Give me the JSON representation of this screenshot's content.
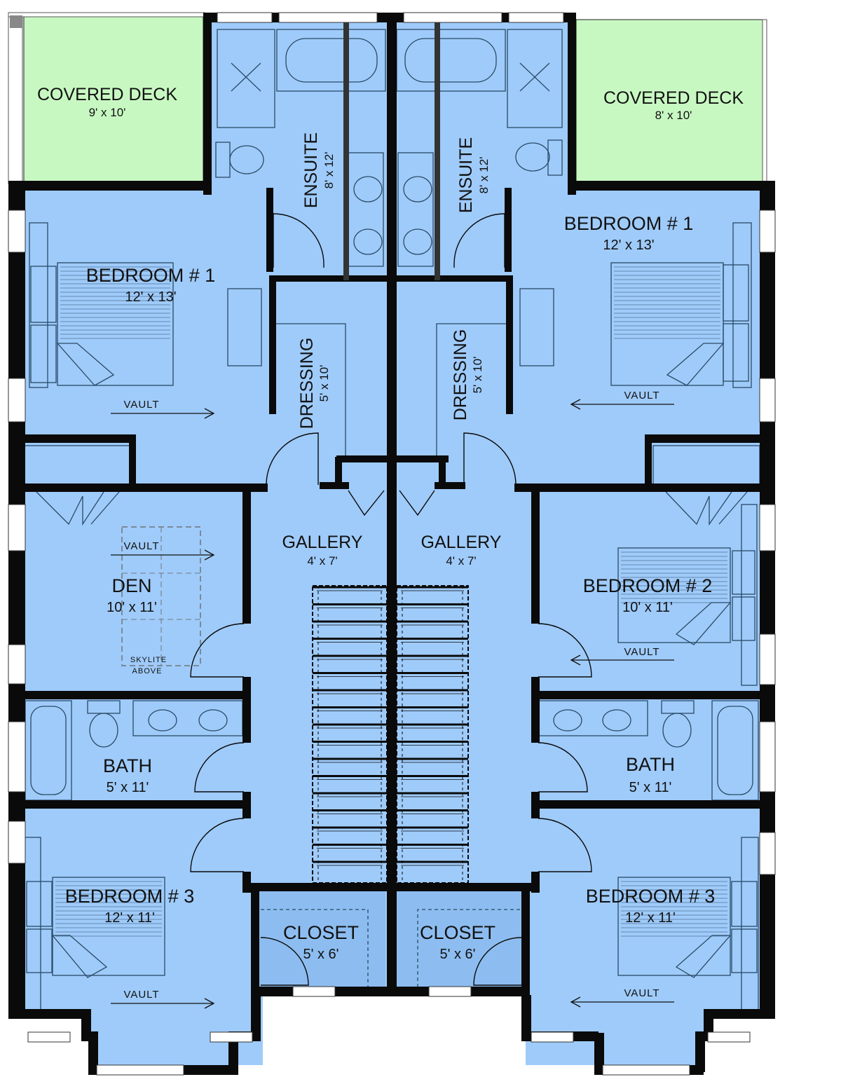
{
  "colors": {
    "room": "#9fcbfa",
    "room_dark": "#8dbdf0",
    "deck": "#c8f8c2",
    "wall": "#0a0a0a",
    "fixture_stroke": "#2a4a66"
  },
  "rooms": {
    "left_deck": {
      "name": "COVERED DECK",
      "dim": "9' x 10'"
    },
    "right_deck": {
      "name": "COVERED DECK",
      "dim": "8' x 10'"
    },
    "left_ensuite": {
      "name": "ENSUITE",
      "dim": "8' x 12'"
    },
    "right_ensuite": {
      "name": "ENSUITE",
      "dim": "8' x 12'"
    },
    "left_bedroom1": {
      "name": "BEDROOM # 1",
      "dim": "12' x 13'",
      "note": "VAULT"
    },
    "right_bedroom1": {
      "name": "BEDROOM # 1",
      "dim": "12' x 13'",
      "note": "VAULT"
    },
    "left_dressing": {
      "name": "DRESSING",
      "dim": "5' x 10'"
    },
    "right_dressing": {
      "name": "DRESSING",
      "dim": "5' x 10'"
    },
    "left_gallery": {
      "name": "GALLERY",
      "dim": "4' x 7'"
    },
    "right_gallery": {
      "name": "GALLERY",
      "dim": "4' x 7'"
    },
    "den": {
      "name": "DEN",
      "dim": "10' x 11'",
      "note": "VAULT",
      "skylite_line1": "SKYLITE",
      "skylite_line2": "ABOVE"
    },
    "right_bedroom2": {
      "name": "BEDROOM # 2",
      "dim": "10' x 11'",
      "note": "VAULT"
    },
    "left_bath": {
      "name": "BATH",
      "dim": "5' x 11'"
    },
    "right_bath": {
      "name": "BATH",
      "dim": "5' x 11'"
    },
    "left_bedroom3": {
      "name": "BEDROOM # 3",
      "dim": "12' x 11'",
      "note": "VAULT"
    },
    "right_bedroom3": {
      "name": "BEDROOM # 3",
      "dim": "12' x 11'",
      "note": "VAULT"
    },
    "left_closet": {
      "name": "CLOSET",
      "dim": "5' x 6'"
    },
    "right_closet": {
      "name": "CLOSET",
      "dim": "5' x 6'"
    }
  }
}
